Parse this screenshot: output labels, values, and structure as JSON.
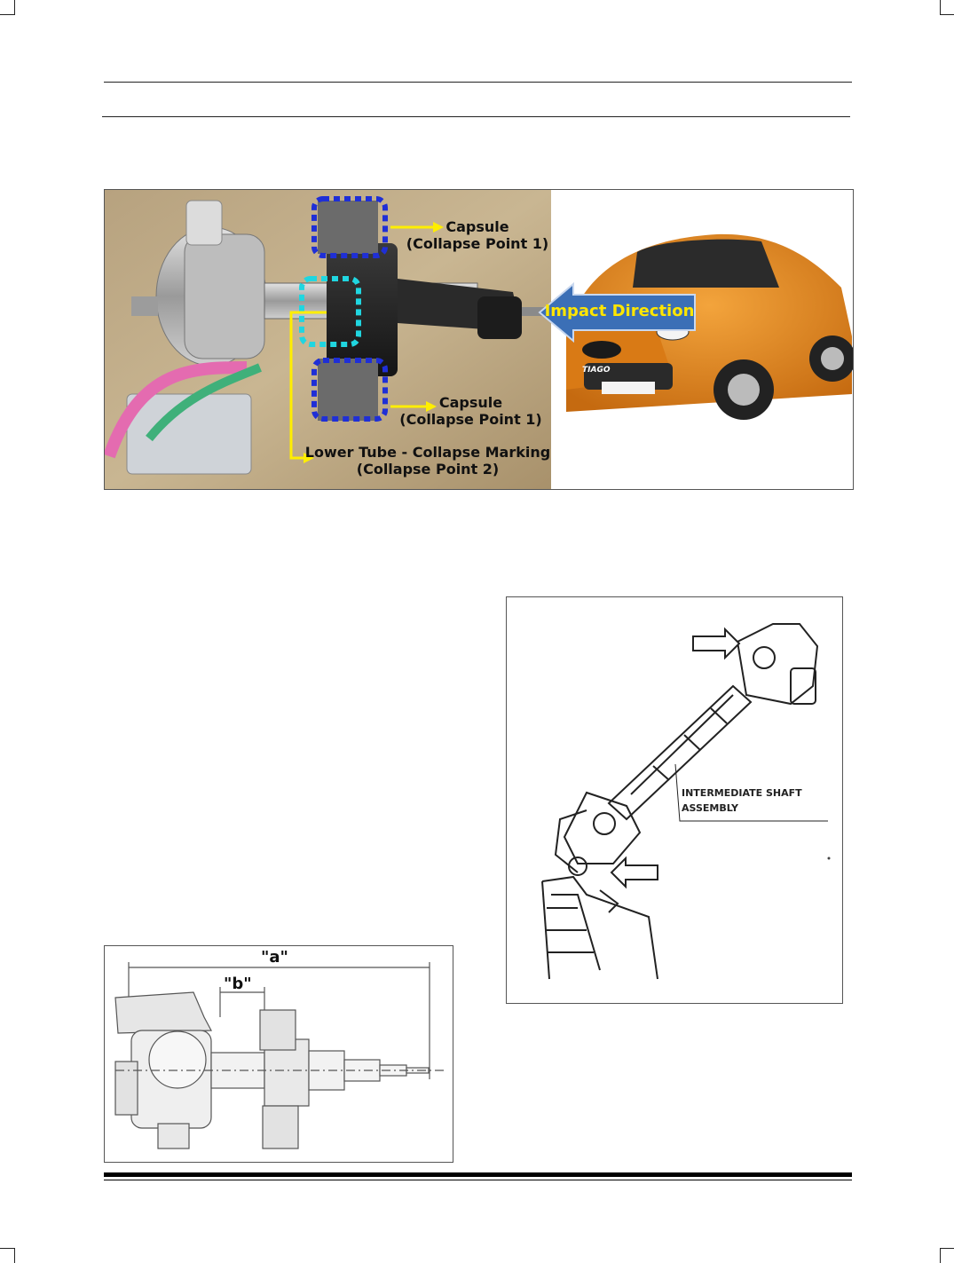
{
  "figure1": {
    "capsule_top": "Capsule",
    "capsule_top_sub": "(Collapse Point 1)",
    "impact": "Impact Direction",
    "capsule_bottom": "Capsule",
    "capsule_bottom_sub": "(Collapse Point 1)",
    "lower_tube": "Lower Tube - Collapse Marking",
    "lower_tube_sub": "(Collapse Point 2)",
    "car_badge": "TIAGO"
  },
  "figure2": {
    "label_line1": "INTERMEDIATE SHAFT",
    "label_line2": "ASSEMBLY"
  },
  "figure3": {
    "dim_a": "\"a\"",
    "dim_b": "\"b\""
  },
  "colors": {
    "capsule_box": "#1f2fd6",
    "lower_tube_box": "#20d6e0",
    "arrow_yellow": "#ffee00",
    "impact_arrow": "#3b6fb6",
    "impact_text": "#ffe600",
    "car_orange": "#e8891f"
  }
}
